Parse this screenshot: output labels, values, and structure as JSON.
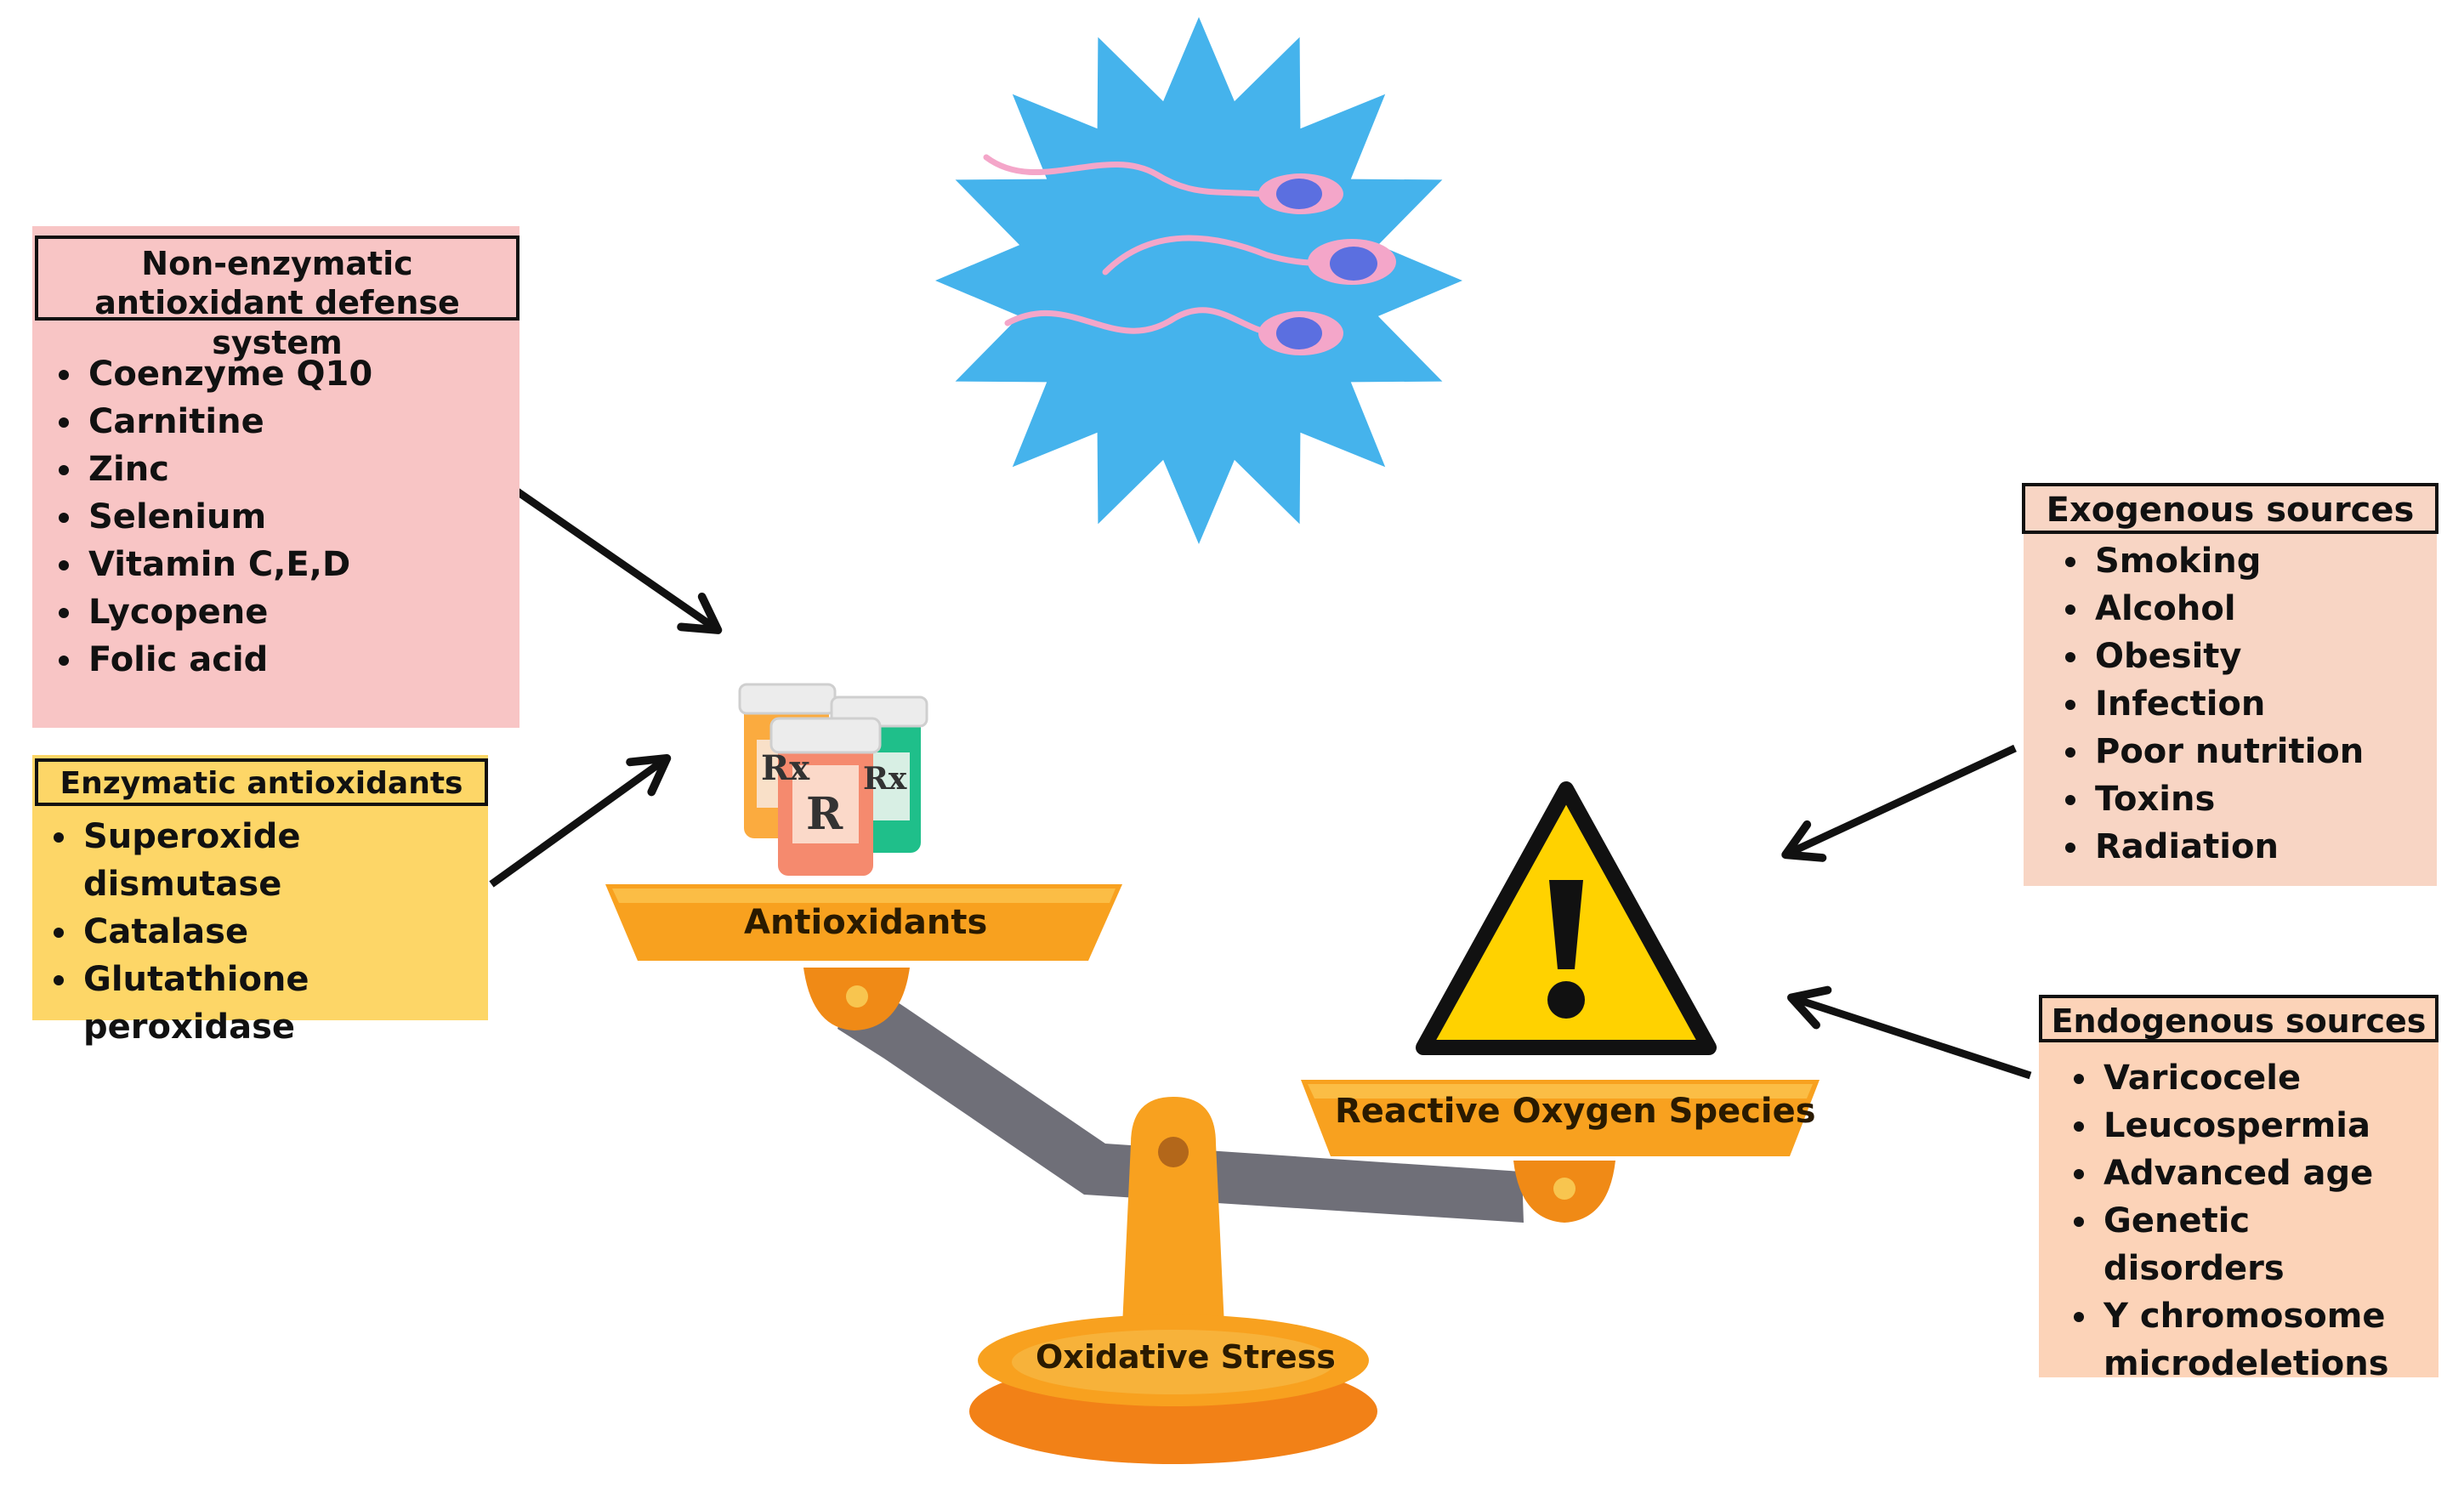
{
  "non_enzymatic": {
    "title": "Non-enzymatic antioxidant defense system",
    "items": [
      "Coenzyme Q10",
      "Carnitine",
      "Zinc",
      "Selenium",
      "Vitamin C,E,D",
      "Lycopene",
      "Folic acid"
    ],
    "fill": "#f8c5c5"
  },
  "enzymatic": {
    "title": "Enzymatic antioxidants",
    "items": [
      "Superoxide dismutase",
      "Catalase",
      "Glutathione peroxidase"
    ],
    "fill": "#fdd667"
  },
  "exogenous": {
    "title": "Exogenous sources",
    "items": [
      "Smoking",
      "Alcohol",
      "Obesity",
      "Infection",
      "Poor nutrition",
      "Toxins",
      "Radiation"
    ],
    "fill": "#f8d5c4"
  },
  "endogenous": {
    "title": "Endogenous sources",
    "items": [
      "Varicocele",
      "Leucospermia",
      "Advanced age",
      "Genetic disorders",
      "Y chromosome microdeletions"
    ],
    "fill": "#fcd3b8"
  },
  "scale": {
    "left_pan_label": "Antioxidants",
    "right_pan_label": "Reactive Oxygen Species",
    "base_label": "Oxidative Stress",
    "pan_color": "#f8a11f",
    "beam_color": "#6f6f78"
  },
  "icons": {
    "sperm_burst": "sperm-burst-icon",
    "pill_bottles": "pill-bottles-icon",
    "warning": "warning-icon",
    "rx_glyph": "Rx"
  },
  "colors": {
    "burst": "#45b3ec",
    "warning": "#ffd200",
    "arrow": "#111111"
  }
}
